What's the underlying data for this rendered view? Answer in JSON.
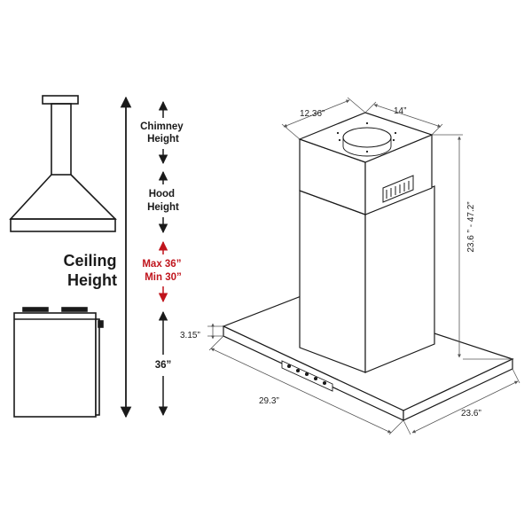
{
  "left_panel": {
    "ceiling_height": [
      "Ceiling",
      "Height"
    ],
    "chimney_height": [
      "Chimney",
      "Height"
    ],
    "hood_height": [
      "Hood",
      "Height"
    ],
    "clearance": [
      "Max 36”",
      "Min 30”"
    ],
    "counter_height": "36”"
  },
  "hood_dimensions": {
    "chimney_width": "12.36”",
    "chimney_depth": "14”",
    "total_height": "23.6 ”  -  47.2”",
    "canopy_height": "3.15”",
    "canopy_width": "29.3”",
    "canopy_depth": "23.6”"
  },
  "colors": {
    "line": "#1a1a1a",
    "accent_red": "#c0141c",
    "dimension_line": "#555555"
  }
}
